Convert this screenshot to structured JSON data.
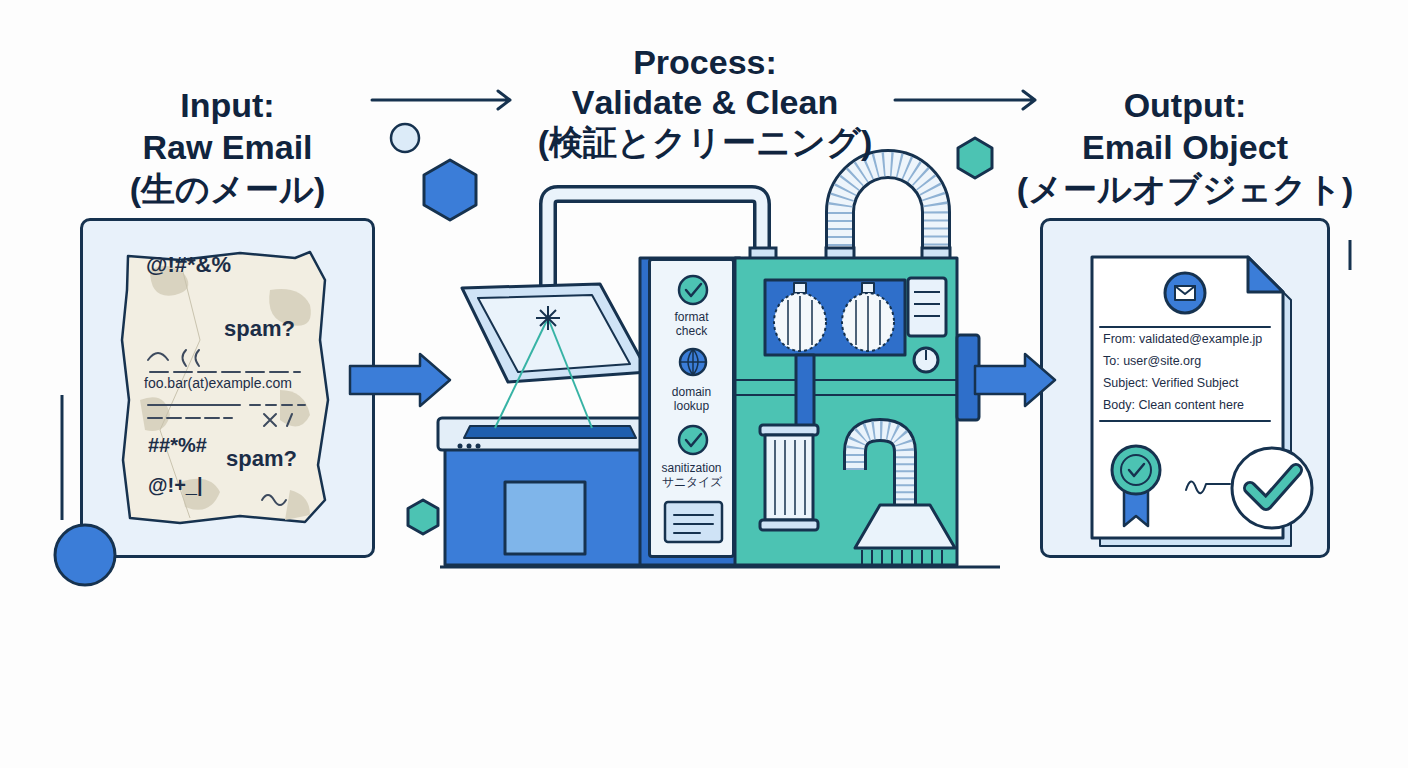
{
  "diagram": {
    "nodes": [
      {
        "text": [
          "Input: Raw Email",
          "(生のメール)"
        ]
      },
      {
        "text": [
          "@!#*&%",
          "spam?",
          "foo.bar(at)example.com",
          "##*%#",
          "spam?",
          "@!+_|"
        ],
        "in": 0
      },
      {
        "text": [
          "Process: Validate & Clean",
          "(検証とクリーニング)"
        ]
      },
      {
        "text": [
          "format check",
          "domain lookup",
          "sanitization",
          "サニタイズ"
        ],
        "in": 2
      },
      {
        "text": [
          "Output: Email Object",
          "(メールオブジェクト)"
        ]
      },
      {
        "text": [
          "From: validated@example.jp",
          "To: user@site.org",
          "Subject: Verified Subject",
          "Body: Clean content here"
        ],
        "in": 4
      }
    ],
    "edges": [
      {
        "from": 0,
        "to": 2,
        "arrow": "to"
      },
      {
        "from": 2,
        "to": 4,
        "arrow": "to"
      },
      {
        "from": 0,
        "to": 2,
        "arrow": "to"
      },
      {
        "from": 2,
        "to": 4,
        "arrow": "to"
      }
    ]
  }
}
